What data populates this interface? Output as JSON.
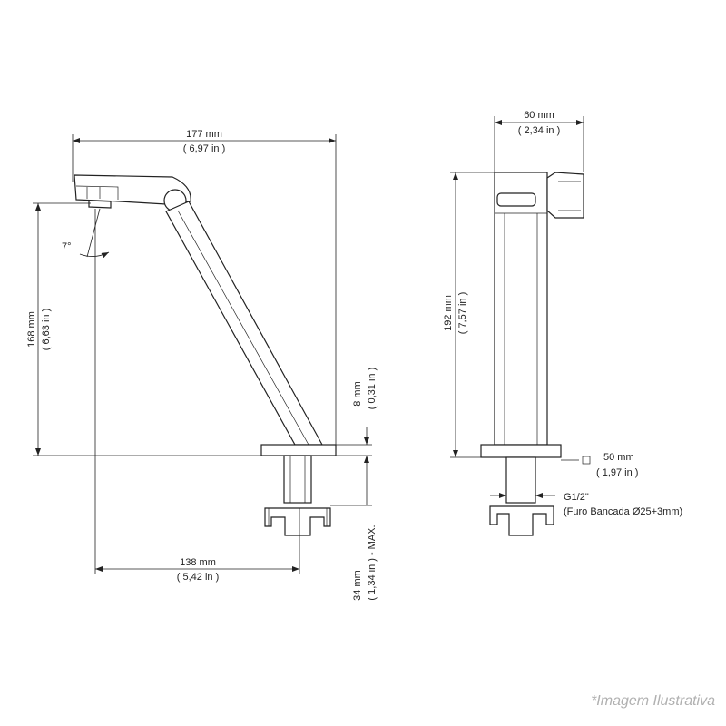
{
  "front": {
    "width_total": "177 mm",
    "width_total_in": "( 6,97 in )",
    "height": "168 mm",
    "height_in": "( 6,63 in )",
    "angle": "7°",
    "base_thickness": "8 mm",
    "base_thickness_in": "( 0,31 in )",
    "reach": "138 mm",
    "reach_in": "( 5,42 in )",
    "max_counter": "34 mm",
    "max_counter_in": "( 1,34 in ) - MAX."
  },
  "side": {
    "width": "60 mm",
    "width_in": "( 2,34 in )",
    "height": "192 mm",
    "height_in": "( 7,57 in )",
    "base_square": "50 mm",
    "base_square_in": "( 1,97 in )",
    "thread": "G1/2\"",
    "hole": "(Furo Bancada Ø25+3mm)"
  },
  "caption": "*Imagem Ilustrativa"
}
